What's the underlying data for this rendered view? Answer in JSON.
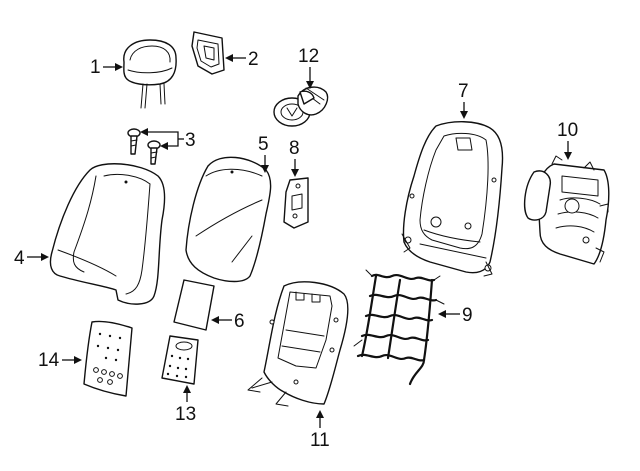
{
  "diagram": {
    "background": "#ffffff",
    "line_color": "#111111",
    "callouts": [
      {
        "id": "1",
        "label": "1"
      },
      {
        "id": "2",
        "label": "2"
      },
      {
        "id": "3",
        "label": "3"
      },
      {
        "id": "4",
        "label": "4"
      },
      {
        "id": "5",
        "label": "5"
      },
      {
        "id": "6",
        "label": "6"
      },
      {
        "id": "7",
        "label": "7"
      },
      {
        "id": "8",
        "label": "8"
      },
      {
        "id": "9",
        "label": "9"
      },
      {
        "id": "10",
        "label": "10"
      },
      {
        "id": "11",
        "label": "11"
      },
      {
        "id": "12",
        "label": "12"
      },
      {
        "id": "13",
        "label": "13"
      },
      {
        "id": "14",
        "label": "14"
      }
    ]
  }
}
